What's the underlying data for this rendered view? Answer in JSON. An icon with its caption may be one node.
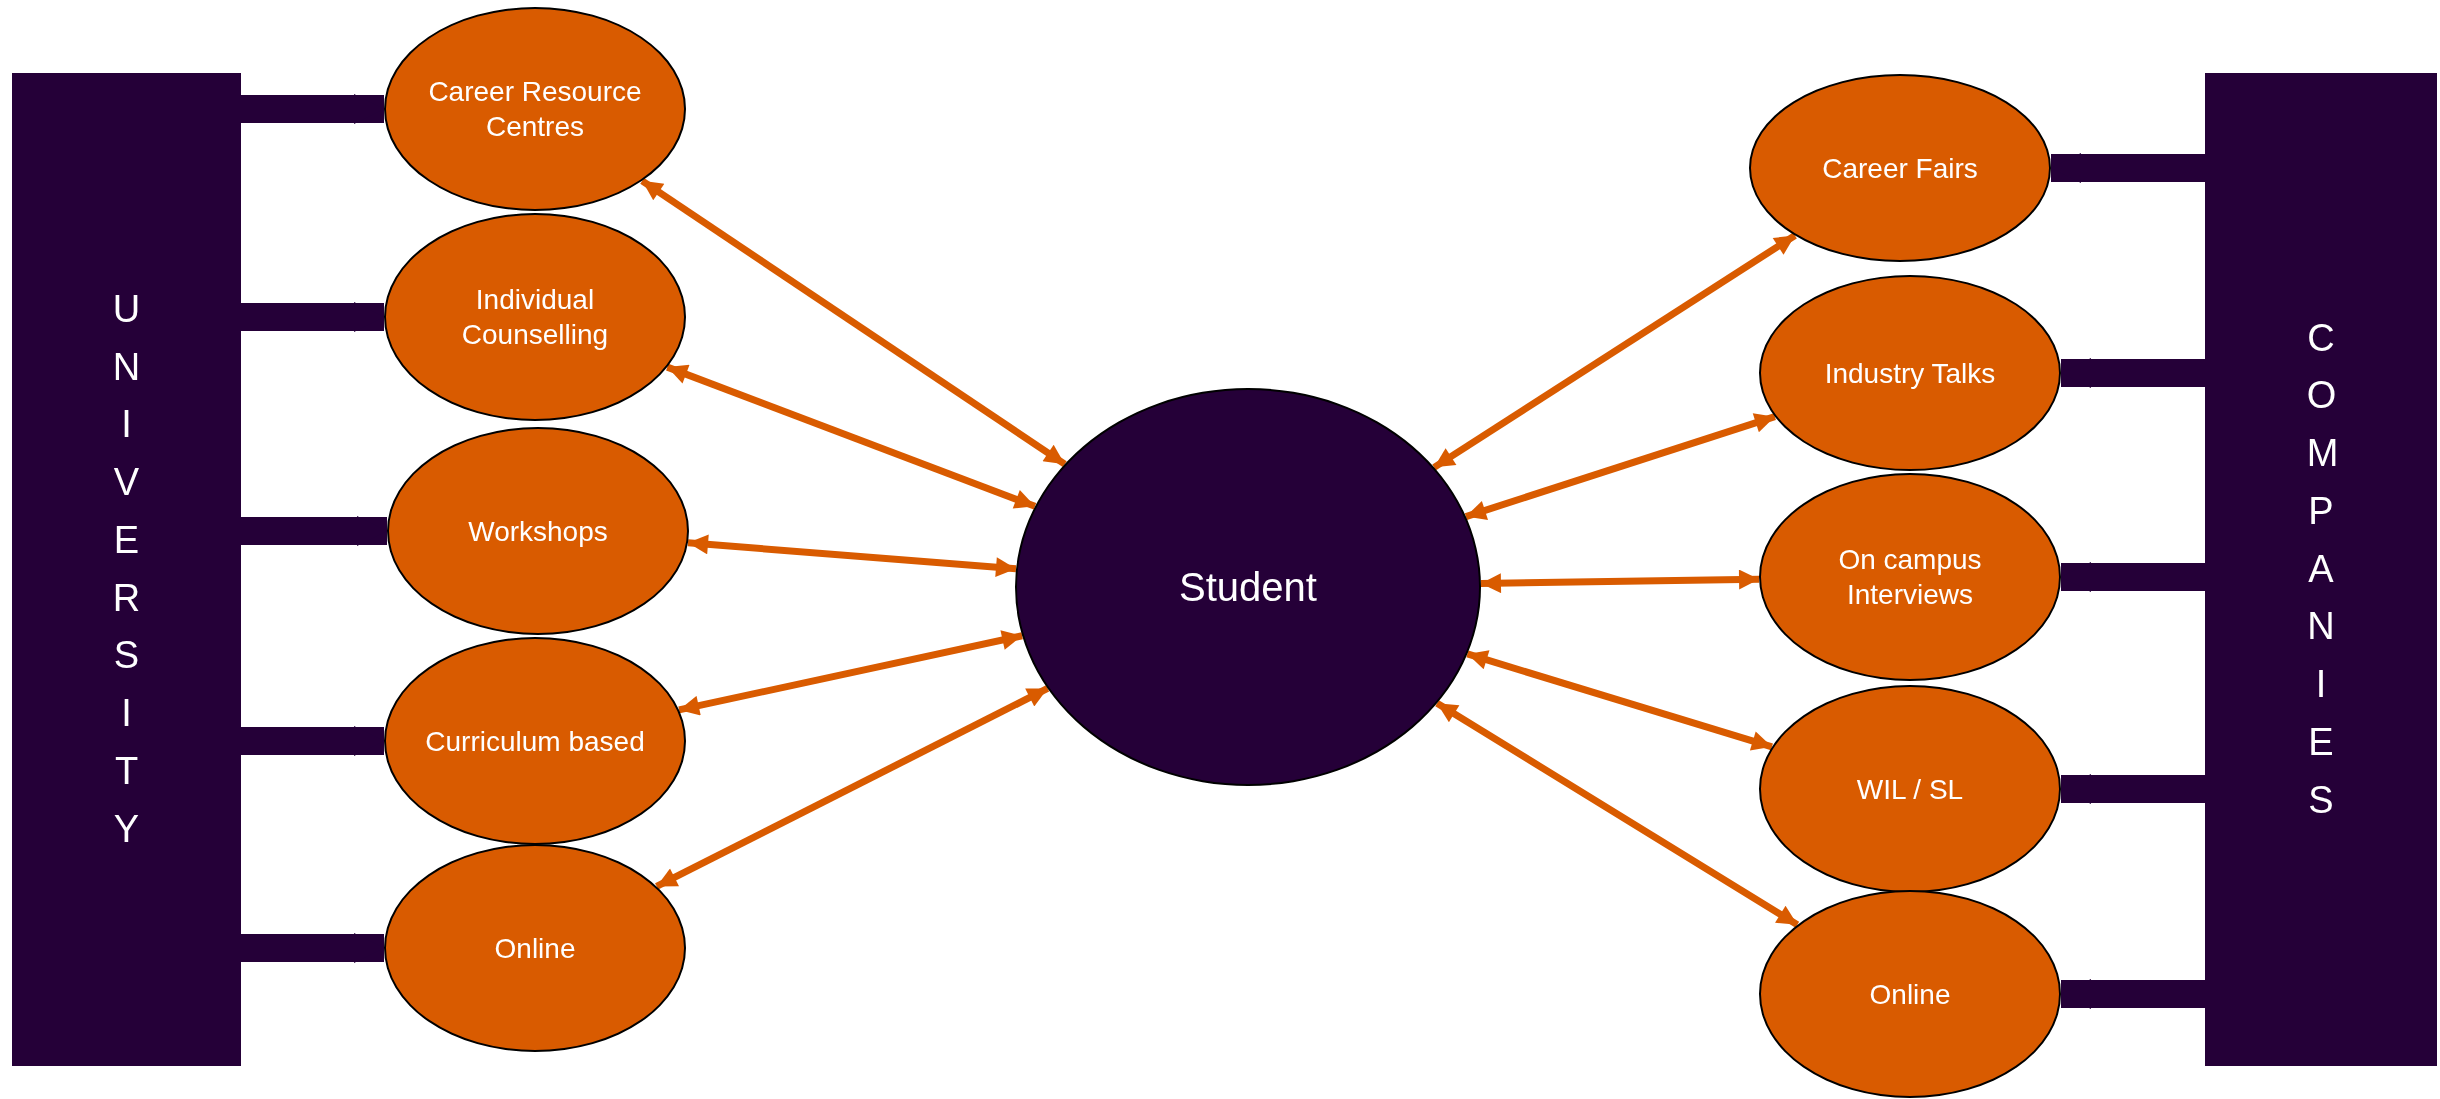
{
  "diagram": {
    "nodes": [
      {
        "text": [
          "UNIVERSITY"
        ]
      },
      {
        "text": [
          "Career Resource Centres"
        ]
      },
      {
        "text": [
          "Individual Counselling"
        ]
      },
      {
        "text": [
          "Workshops"
        ]
      },
      {
        "text": [
          "Curriculum based"
        ]
      },
      {
        "text": [
          "Online"
        ]
      },
      {
        "text": [
          "Student"
        ]
      },
      {
        "text": [
          "Career Fairs"
        ]
      },
      {
        "text": [
          "Industry Talks"
        ]
      },
      {
        "text": [
          "On campus Interviews"
        ]
      },
      {
        "text": [
          "WIL / SL"
        ]
      },
      {
        "text": [
          "Online"
        ]
      },
      {
        "text": [
          "COMPANIES"
        ]
      }
    ],
    "edges": [
      {
        "from": 0,
        "to": 1,
        "arrow": "to",
        "style": "thick",
        "color": "#250038"
      },
      {
        "from": 0,
        "to": 2,
        "arrow": "to",
        "style": "thick",
        "color": "#250038"
      },
      {
        "from": 0,
        "to": 3,
        "arrow": "to",
        "style": "thick",
        "color": "#250038"
      },
      {
        "from": 0,
        "to": 4,
        "arrow": "to",
        "style": "thick",
        "color": "#250038"
      },
      {
        "from": 0,
        "to": 5,
        "arrow": "to",
        "style": "thick",
        "color": "#250038"
      },
      {
        "from": 1,
        "to": 6,
        "arrow": "both",
        "color": "#d95b00"
      },
      {
        "from": 2,
        "to": 6,
        "arrow": "both",
        "color": "#d95b00"
      },
      {
        "from": 3,
        "to": 6,
        "arrow": "both",
        "color": "#d95b00"
      },
      {
        "from": 4,
        "to": 6,
        "arrow": "both",
        "color": "#d95b00"
      },
      {
        "from": 5,
        "to": 6,
        "arrow": "both",
        "color": "#d95b00"
      },
      {
        "from": 6,
        "to": 7,
        "arrow": "both",
        "color": "#d95b00"
      },
      {
        "from": 6,
        "to": 8,
        "arrow": "both",
        "color": "#d95b00"
      },
      {
        "from": 6,
        "to": 9,
        "arrow": "both",
        "color": "#d95b00"
      },
      {
        "from": 6,
        "to": 10,
        "arrow": "both",
        "color": "#d95b00"
      },
      {
        "from": 6,
        "to": 11,
        "arrow": "both",
        "color": "#d95b00"
      },
      {
        "from": 12,
        "to": 7,
        "arrow": "to",
        "style": "thick",
        "color": "#250038"
      },
      {
        "from": 12,
        "to": 8,
        "arrow": "to",
        "style": "thick",
        "color": "#250038"
      },
      {
        "from": 12,
        "to": 9,
        "arrow": "to",
        "style": "thick",
        "color": "#250038"
      },
      {
        "from": 12,
        "to": 10,
        "arrow": "to",
        "style": "thick",
        "color": "#250038"
      },
      {
        "from": 12,
        "to": 11,
        "arrow": "to",
        "style": "thick",
        "color": "#250038"
      }
    ]
  }
}
